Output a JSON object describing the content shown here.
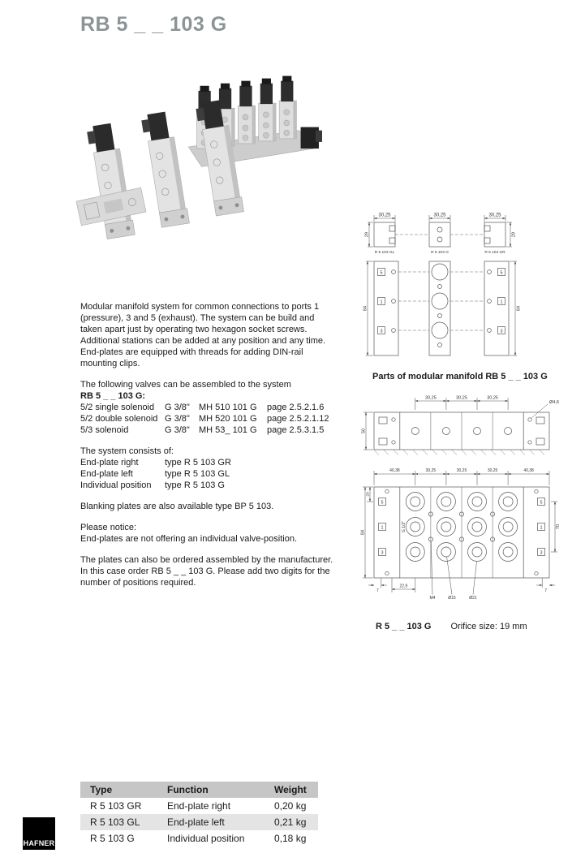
{
  "page": {
    "title": "RB 5 _ _ 103 G"
  },
  "intro": {
    "p1": "Modular manifold system for common connections to ports 1 (pressure), 3 and 5 (exhaust). The system can be build and taken apart just by operating two hexagon socket screws. Additional stations can be added at any position and any time. End-plates are equipped with threads for adding DIN-rail mounting clips.",
    "valves_intro": "The following valves can be assembled to the system",
    "valves_model": "RB 5 _ _ 103 G:"
  },
  "valve_list": [
    {
      "name": "5/2 single solenoid",
      "thread": "G 3/8\"",
      "type": "MH 510 101 G",
      "page": "page 2.5.2.1.6"
    },
    {
      "name": "5/2 double solenoid",
      "thread": "G 3/8\"",
      "type": "MH 520 101 G",
      "page": "page 2.5.2.1.12"
    },
    {
      "name": "5/3 solenoid",
      "thread": "G 3/8\"",
      "type": "MH 53_ 101 G",
      "page": "page 2.5.3.1.5"
    }
  ],
  "system": {
    "intro": "The system consists of:",
    "items": [
      {
        "name": "End-plate right",
        "type": "type R 5 103 GR"
      },
      {
        "name": "End-plate left",
        "type": "type R 5 103 GL"
      },
      {
        "name": "Individual position",
        "type": "type R 5 103 G"
      }
    ]
  },
  "notes": {
    "blanking": "Blanking plates are also available type BP 5 103.",
    "notice_title": "Please notice:",
    "notice_body": "End-plates are not offering an individual valve-position.",
    "order": "The plates can also be ordered assembled by the manufacturer. In this case order RB 5 _ _ 103 G. Please add two digits for the number of positions required."
  },
  "diagram_parts": {
    "caption": "Parts of modular manifold RB 5 _ _ 103 G",
    "width_dims": [
      "30,25",
      "30,25",
      "30,25"
    ],
    "part_labels": [
      "R 5 103 GL",
      "R 5 103 G",
      "R 5 103 GR"
    ],
    "height_dim": "84",
    "depth_dim": "29",
    "port_numbers": [
      "5",
      "1",
      "3"
    ]
  },
  "diagram_assembly": {
    "caption": "R 5 _ _ 103 G",
    "orifice_label": "Orifice size: 19 mm",
    "top_dims": [
      "30,25",
      "30,25",
      "30,25"
    ],
    "top_height_dim": "50",
    "hole_dim": "Ø4,6",
    "front_top_dims": [
      "40,38",
      "30,25",
      "30,25",
      "30,25",
      "40,38"
    ],
    "front_height_dim": "84",
    "top_offset_dim": "20",
    "thread_label": "G 1/2\"",
    "right_dim": "70",
    "bottom_dims": [
      "22,9",
      "M4",
      "Ø15",
      "Ø21"
    ],
    "corner_dim": "7",
    "port_numbers": [
      "5",
      "1",
      "3"
    ]
  },
  "spec_table": {
    "headers": [
      "Type",
      "Function",
      "Weight"
    ],
    "rows": [
      [
        "R 5 103 GR",
        "End-plate right",
        "0,20 kg"
      ],
      [
        "R 5 103 GL",
        "End-plate left",
        "0,21 kg"
      ],
      [
        "R 5 103 G",
        "Individual position",
        "0,18 kg"
      ]
    ]
  },
  "logo": {
    "text": "HAFNER"
  }
}
